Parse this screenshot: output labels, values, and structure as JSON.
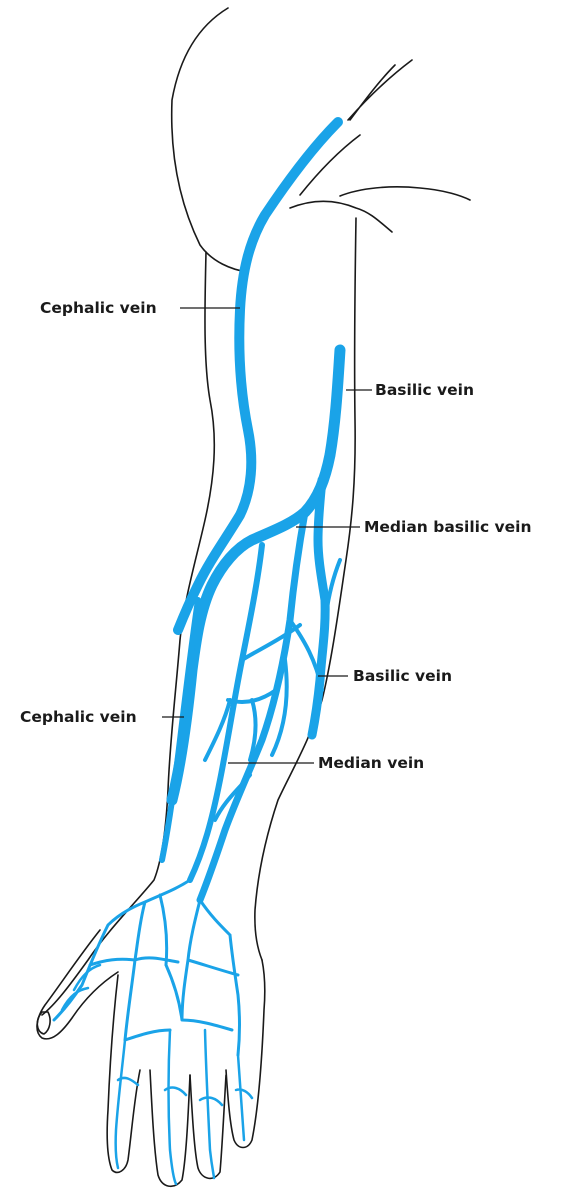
{
  "labels": {
    "cephalic_vein_upper": "Cephalic vein",
    "basilic_vein_upper": "Basilic vein",
    "median_basilic_vein": "Median basilic vein",
    "basilic_vein_lower": "Basilic vein",
    "cephalic_vein_lower": "Cephalic vein",
    "median_vein": "Median vein"
  },
  "colors": {
    "vein": "#1aa3e8",
    "outline": "#1a1a1a",
    "background": "#ffffff"
  }
}
